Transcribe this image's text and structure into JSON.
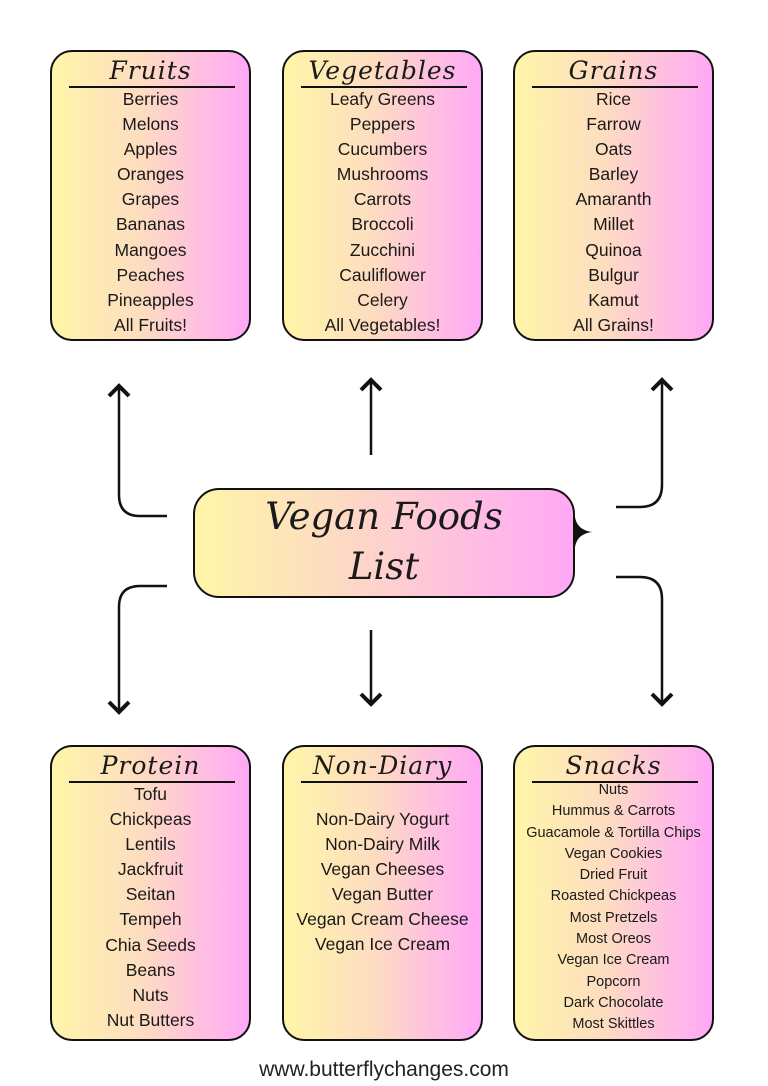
{
  "center": {
    "title_line1": "Vegan Foods",
    "title_line2": "List"
  },
  "colors": {
    "gradient_start": "#fff5a8",
    "gradient_end": "#ffa8f6",
    "outline": "#111111"
  },
  "categories": [
    {
      "title": "Fruits",
      "items": [
        "Berries",
        "Melons",
        "Apples",
        "Oranges",
        "Grapes",
        "Bananas",
        "Mangoes",
        "Peaches",
        "Pineapples",
        "All Fruits!"
      ]
    },
    {
      "title": "Vegetables",
      "items": [
        "Leafy Greens",
        "Peppers",
        "Cucumbers",
        "Mushrooms",
        "Carrots",
        "Broccoli",
        "Zucchini",
        "Cauliflower",
        "Celery",
        "All Vegetables!"
      ]
    },
    {
      "title": "Grains",
      "items": [
        "Rice",
        "Farrow",
        "Oats",
        "Barley",
        "Amaranth",
        "Millet",
        "Quinoa",
        "Bulgur",
        "Kamut",
        "All Grains!"
      ]
    },
    {
      "title": "Protein",
      "items": [
        "Tofu",
        "Chickpeas",
        "Lentils",
        "Jackfruit",
        "Seitan",
        "Tempeh",
        "Chia Seeds",
        "Beans",
        "Nuts",
        "Nut Butters"
      ]
    },
    {
      "title": "Non-Diary",
      "items": [
        "Non-Dairy Yogurt",
        "Non-Dairy Milk",
        "Vegan Cheeses",
        "Vegan Butter",
        "Vegan Cream Cheese",
        "Vegan Ice Cream"
      ]
    },
    {
      "title": "Snacks",
      "items": [
        "Nuts",
        "Hummus & Carrots",
        "Guacamole & Tortilla Chips",
        "Vegan Cookies",
        "Dried Fruit",
        "Roasted Chickpeas",
        "Most Pretzels",
        "Most Oreos",
        "Vegan Ice Cream",
        "Popcorn",
        "Dark Chocolate",
        "Most Skittles"
      ]
    }
  ],
  "footer": {
    "website": "www.butterflychanges.com"
  }
}
